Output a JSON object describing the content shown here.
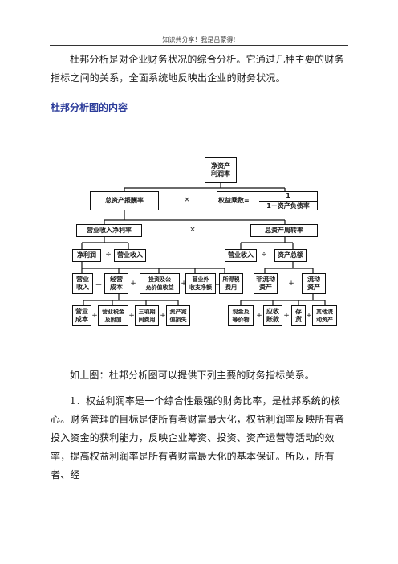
{
  "header": {
    "text": "知识共分享！我是吕蒙得!"
  },
  "intro": "杜邦分析是对企业财务状况的综合分析。它通过几种主要的财务指标之间的关系，全面系统地反映出企业的财务状况。",
  "section_heading": "杜邦分析图的内容",
  "diagram": {
    "root": "净资产\n利润率",
    "level2": {
      "left": "总资产报酬率",
      "times": "×",
      "right_prefix": "权益乘数=",
      "right_num": "1",
      "right_den": "1－资产负债率"
    },
    "level3": {
      "left": "营业收入净利率",
      "times": "×",
      "right": "总资产周转率"
    },
    "level4": {
      "a": "净利润",
      "div1": "÷",
      "b": "营业收入",
      "c": "营业收入",
      "div2": "÷",
      "d": "资产总额"
    },
    "level5": {
      "a": "营业\n收入",
      "op_a": "－",
      "b": "经营\n成本",
      "op_b": "+",
      "c": "投资及公\n允价值收益",
      "op_c": "+",
      "d": "营业外\n收支净额",
      "op_d": "－",
      "e": "所得税\n费用",
      "f": "非流动\n资产",
      "op_f": "+",
      "g": "流动\n资产"
    },
    "level6": {
      "a": "营业\n成本",
      "op_a": "+",
      "b": "营业税金\n及附加",
      "op_b": "+",
      "c": "三项期\n间费用",
      "op_c": "+",
      "d": "资产减\n值损失",
      "e": "现金及\n等价物",
      "op_e": "+",
      "f": "应收\n账款",
      "op_f": "+",
      "g": "存\n货",
      "op_g": "+",
      "h": "其他流\n动资产"
    }
  },
  "para1": "如上图：杜邦分析图可以提供下列主要的财务指标关系。",
  "para2": "1．权益利润率是一个综合性最强的财务比率，是杜邦系统的核心。财务管理的目标是使所有者财富最大化，权益利润率反映所有者投入资金的获利能力，反映企业筹资、投资、资产运营等活动的效率，提高权益利润率是所有者财富最大化的基本保证。所以，所有者、经"
}
